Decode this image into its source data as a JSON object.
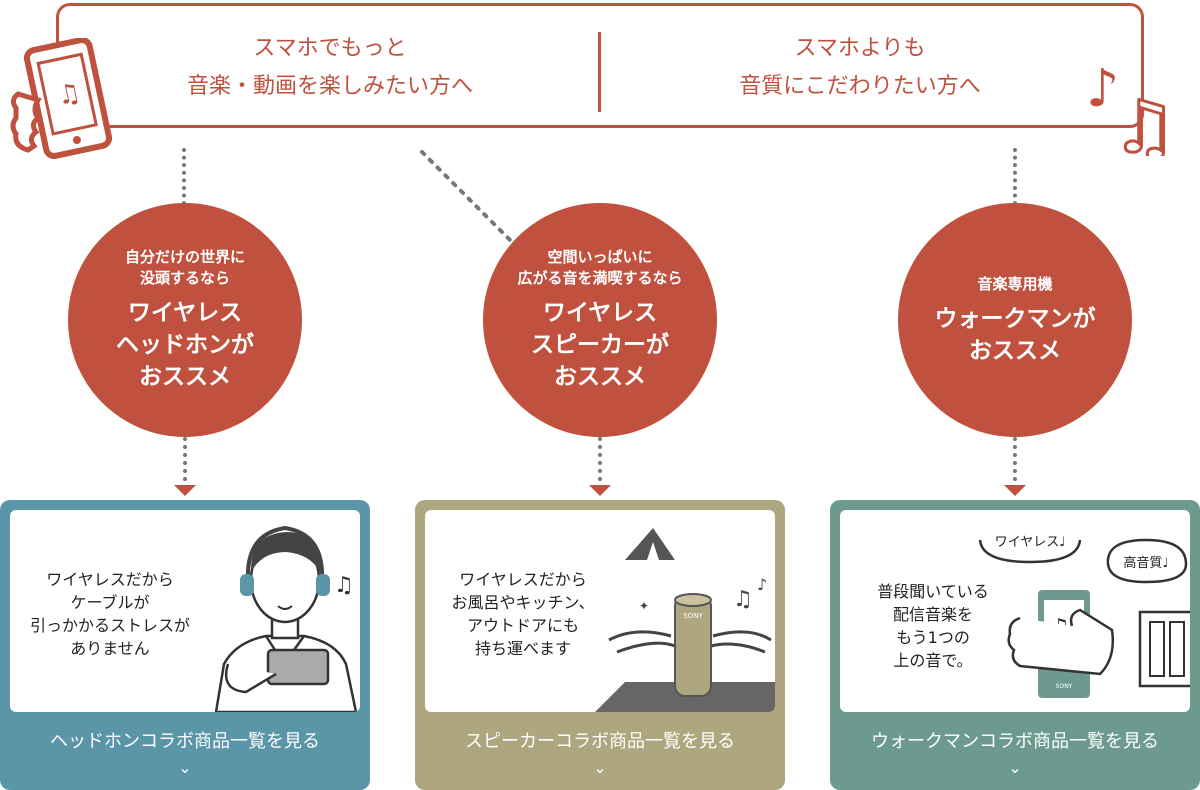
{
  "top": {
    "left_line1": "スマホでもっと",
    "left_line2": "音楽・動画を楽しみたい方へ",
    "right_line1": "スマホよりも",
    "right_line2": "音質にこだわりたい方へ"
  },
  "circles": [
    {
      "small1": "自分だけの世界に",
      "small2": "没頭するなら",
      "big1": "ワイヤレス",
      "big2": "ヘッドホンが",
      "big3": "おススメ"
    },
    {
      "small1": "空間いっぱいに",
      "small2": "広がる音を満喫するなら",
      "big1": "ワイヤレス",
      "big2": "スピーカーが",
      "big3": "おススメ"
    },
    {
      "small1": "音楽専用機",
      "small2": "",
      "big1": "ウォークマンが",
      "big2": "おススメ",
      "big3": ""
    }
  ],
  "cards": [
    {
      "lines": [
        "ワイヤレスだから",
        "ケーブルが",
        "引っかかるストレスが",
        "ありません"
      ],
      "footer": "ヘッドホンコラボ商品一覧を見る",
      "color": "#5b95a8"
    },
    {
      "lines": [
        "ワイヤレスだから",
        "お風呂やキッチン、",
        "アウトドアにも",
        "持ち運べます"
      ],
      "footer": "スピーカーコラボ商品一覧を見る",
      "color": "#ada67e",
      "speaker_brand": "SONY"
    },
    {
      "lines": [
        "普段聞いている",
        "配信音楽を",
        "もう1つの",
        "上の音で。"
      ],
      "footer": "ウォークマンコラボ商品一覧を見る",
      "color": "#6c9a8e",
      "bubble1": "ワイヤレス♩",
      "bubble2": "高音質♩",
      "device_brand": "SONY"
    }
  ],
  "colors": {
    "accent": "#c0513f",
    "headphone": "#5b95a8",
    "speaker": "#ada67e",
    "walkman": "#6c9a8e"
  },
  "icons": [
    "smartphone-music-icon",
    "music-notes-icon",
    "chevron-down-icon"
  ]
}
